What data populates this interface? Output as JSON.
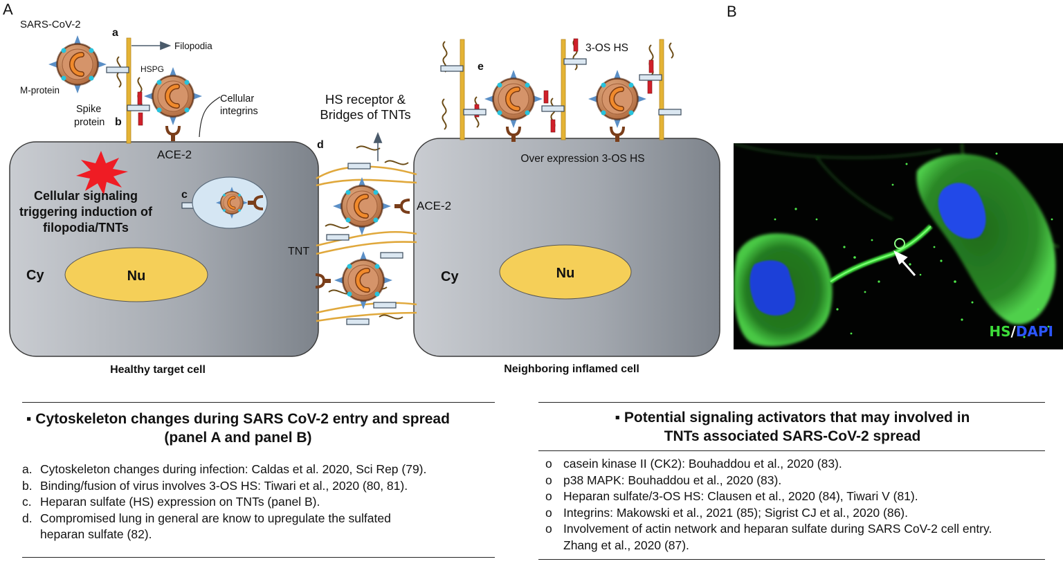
{
  "panels": {
    "a": "A",
    "b": "B"
  },
  "labels": {
    "sars_cov2": "SARS-CoV-2",
    "m_protein": "M-protein",
    "spike_protein_1": "Spike",
    "spike_protein_2": "protein",
    "filopodia": "Filopodia",
    "hspg": "HSPG",
    "cellular_integrins_1": "Cellular",
    "cellular_integrins_2": "integrins",
    "ace2_top": "ACE-2",
    "ace2_middle": "ACE-2",
    "hs_receptor_1": "HS receptor &",
    "hs_receptor_2": "Bridges of TNTs",
    "three_os_hs": "3-OS HS",
    "over_expression": "Over expression 3-OS HS",
    "signaling_1": "Cellular signaling",
    "signaling_2": "triggering induction of",
    "signaling_3": "filopodia/TNTs",
    "tnt": "TNT",
    "cy_left": "Cy",
    "cy_right": "Cy",
    "nu_left": "Nu",
    "nu_right": "Nu",
    "healthy_cell": "Healthy target cell",
    "inflamed_cell": "Neighboring  inflamed cell",
    "letter_a": "a",
    "letter_b": "b",
    "letter_c": "c",
    "letter_d": "d",
    "letter_e": "e"
  },
  "micrograph": {
    "label_hs": "HS",
    "label_sep": "/",
    "label_dapi": "DAPI"
  },
  "colors": {
    "cell": "#9ea3aa",
    "nucleus": "#f5cf58",
    "virus": "#c07c4e",
    "spike": "#5b8fc6",
    "filopodia": "#e4b335",
    "hs_chain": "#6b4b16",
    "receptor": "#7a3e1a",
    "hs_green": "#3ddc3a",
    "dapi_blue": "#2c56ff"
  },
  "left_section": {
    "title_1": "▪  Cytoskeleton changes during SARS CoV-2 entry and spread",
    "title_2": "(panel A and panel B)",
    "items": [
      {
        "marker": "a.",
        "text": "Cytoskeleton changes during infection: Caldas et al. 2020, Sci Rep (79)."
      },
      {
        "marker": "b.",
        "text": "Binding/fusion of virus involves  3-OS HS: Tiwari  et al., 2020 (80, 81)."
      },
      {
        "marker": "c.",
        "text": "Heparan sulfate (HS) expression on TNTs  (panel B)."
      },
      {
        "marker": "d.",
        "text": "Compromised lung  in general are know to upregulate the sulfated"
      },
      {
        "marker": "",
        "text": "heparan sulfate (82)."
      }
    ]
  },
  "right_section": {
    "title_1": "▪  Potential signaling activators that may involved in",
    "title_2": "TNTs associated SARS-CoV-2 spread",
    "items": [
      {
        "marker": "o",
        "text": "casein kinase II (CK2): Bouhaddou et al., 2020 (83)."
      },
      {
        "marker": "o",
        "text": "p38 MAPK: Bouhaddou et al., 2020 (83)."
      },
      {
        "marker": "o",
        "text": "Heparan sulfate/3-OS HS: Clausen et al., 2020 (84), Tiwari V (81)."
      },
      {
        "marker": "o",
        "text": "Integrins: Makowski et al., 2021 (85); Sigrist CJ et al., 2020 (86)."
      },
      {
        "marker": "o",
        "text": "Involvement  of actin network and heparan sulfate during SARS CoV-2 cell entry."
      },
      {
        "marker": "",
        "text": "Zhang et al., 2020 (87)."
      }
    ]
  }
}
